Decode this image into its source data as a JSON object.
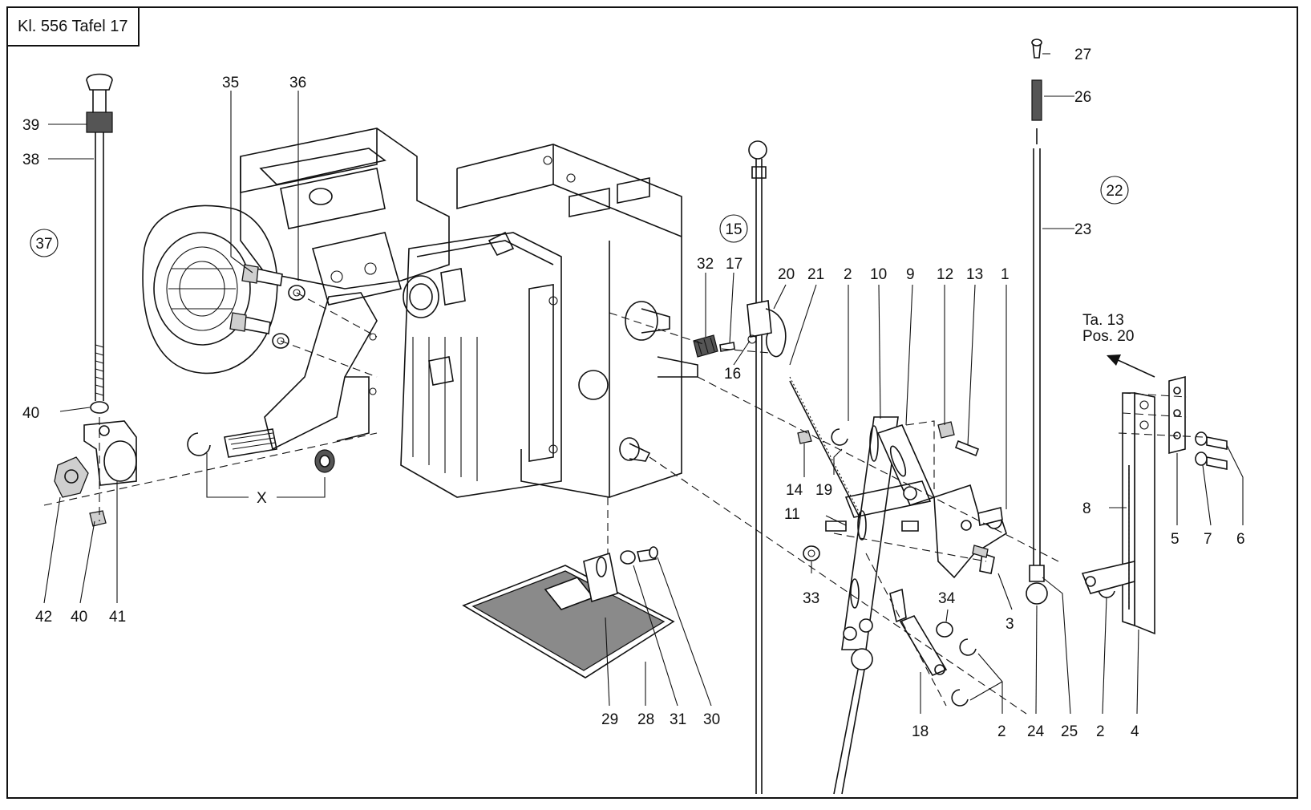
{
  "header": {
    "title": "Kl. 556  Tafel 17"
  },
  "group_labels": {
    "x_label": "X"
  },
  "cross_reference": {
    "line1": "Ta. 13",
    "line2": "Pos. 20"
  },
  "circled": [
    "37",
    "15",
    "22"
  ],
  "callouts": [
    "27",
    "26",
    "23",
    "39",
    "38",
    "35",
    "36",
    "32",
    "17",
    "20",
    "21",
    "2",
    "10",
    "9",
    "12",
    "13",
    "1",
    "16",
    "40",
    "14",
    "19",
    "11",
    "8",
    "5",
    "7",
    "6",
    "33",
    "3",
    "34",
    "42",
    "40",
    "41",
    "29",
    "28",
    "31",
    "30",
    "18",
    "2",
    "24",
    "25",
    "2",
    "4"
  ]
}
